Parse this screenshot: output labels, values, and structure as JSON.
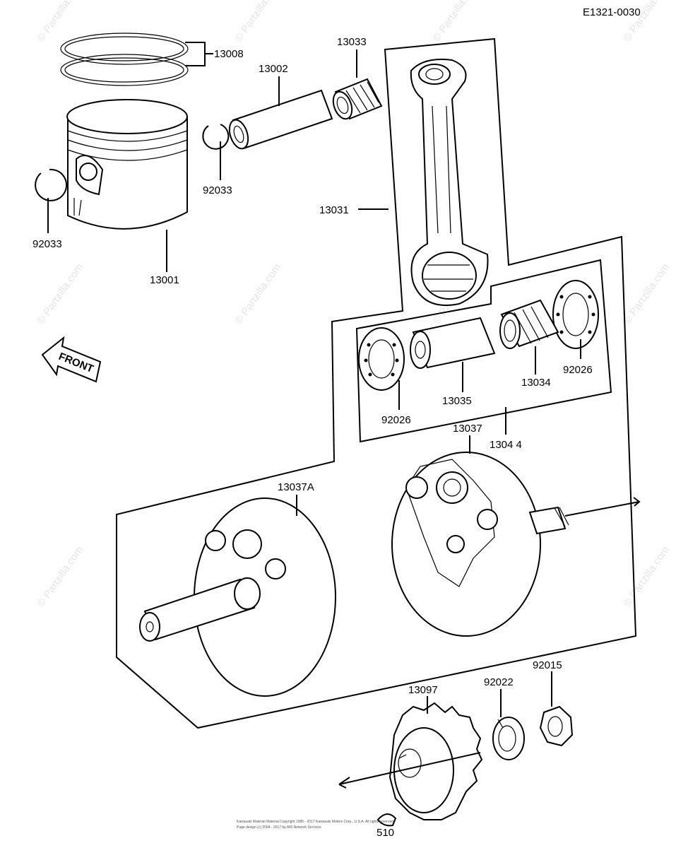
{
  "diagram_code": "E1321-0030",
  "front_label": "FRONT",
  "watermark": "© Partzilla.com",
  "footer_line1": "Kawasaki Material Material Copyright 1985 - 2017 Kawasaki Motors Corp., U.S.A. All rights reserved.",
  "footer_line2": "Page design (c) 2004 - 2017 by ARI Network Services",
  "parts": [
    {
      "name": "part-13008",
      "number": "13008"
    },
    {
      "name": "part-13002",
      "number": "13002"
    },
    {
      "name": "part-13033",
      "number": "13033"
    },
    {
      "name": "part-92033-pin",
      "number": "92033"
    },
    {
      "name": "part-92033-left",
      "number": "92033"
    },
    {
      "name": "part-13001",
      "number": "13001"
    },
    {
      "name": "part-13031",
      "number": "13031"
    },
    {
      "name": "part-92026-right",
      "number": "92026"
    },
    {
      "name": "part-13034",
      "number": "13034"
    },
    {
      "name": "part-13035",
      "number": "13035"
    },
    {
      "name": "part-92026-left",
      "number": "92026"
    },
    {
      "name": "part-13037",
      "number": "13037"
    },
    {
      "name": "part-13044",
      "number": "1304 4"
    },
    {
      "name": "part-13037a",
      "number": "13037A"
    },
    {
      "name": "part-92015",
      "number": "92015"
    },
    {
      "name": "part-13097",
      "number": "13097"
    },
    {
      "name": "part-92022",
      "number": "92022"
    },
    {
      "name": "part-510",
      "number": "510"
    }
  ]
}
